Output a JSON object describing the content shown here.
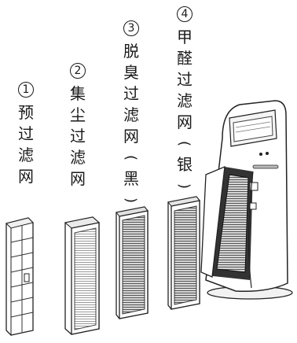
{
  "labels": [
    {
      "number": "1",
      "chars": [
        "预",
        "过",
        "滤",
        "网"
      ]
    },
    {
      "number": "2",
      "chars": [
        "集",
        "尘",
        "过",
        "滤",
        "网"
      ]
    },
    {
      "number": "3",
      "chars": [
        "脱",
        "臭",
        "过",
        "滤",
        "网",
        "(",
        "黑",
        ")"
      ]
    },
    {
      "number": "4",
      "chars": [
        "甲",
        "醛",
        "过",
        "滤",
        "网",
        "(",
        "银",
        ")"
      ]
    }
  ]
}
